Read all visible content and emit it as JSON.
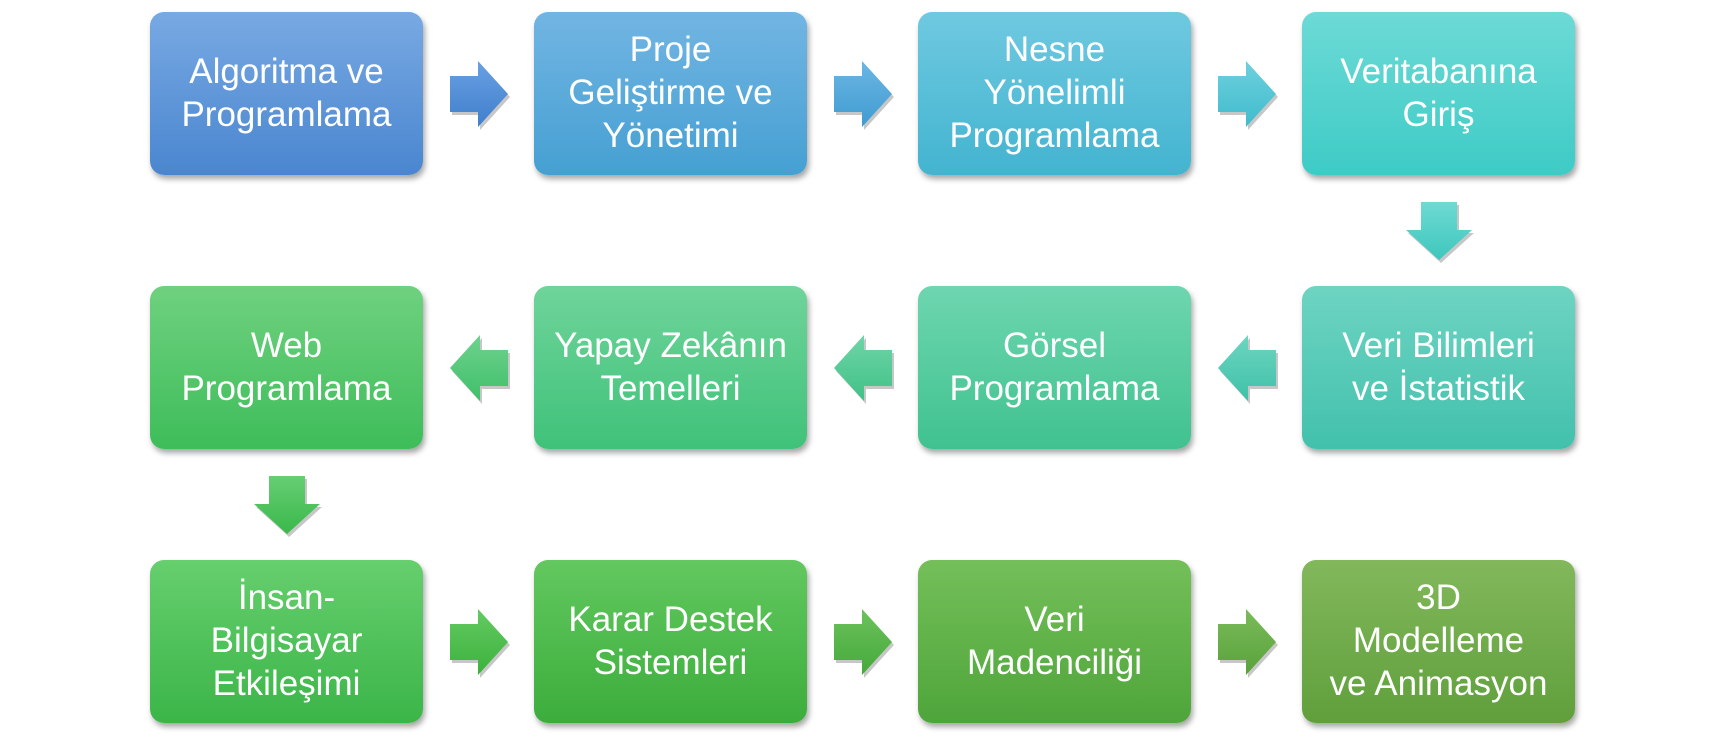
{
  "diagram": {
    "steps": [
      {
        "label": "Algoritma ve\nProgramlama",
        "color_top": "#78a9e3",
        "color_bottom": "#4a86cf"
      },
      {
        "label": "Proje\nGeliştirme ve\nYönetimi",
        "color_top": "#72b5e3",
        "color_bottom": "#45a0d2"
      },
      {
        "label": "Nesne\nYönelimli\nProgramlama",
        "color_top": "#6fc9e0",
        "color_bottom": "#43b4d0"
      },
      {
        "label": "Veritabanına\nGiriş",
        "color_top": "#6ddad6",
        "color_bottom": "#3ecbc6"
      },
      {
        "label": "Veri Bilimleri\nve İstatistik",
        "color_top": "#6ed4c2",
        "color_bottom": "#42c1ad"
      },
      {
        "label": "Görsel\nProgramlama",
        "color_top": "#6ed6b0",
        "color_bottom": "#40c28f"
      },
      {
        "label": "Yapay Zekânın\nTemelleri",
        "color_top": "#6fd49a",
        "color_bottom": "#40c27a"
      },
      {
        "label": "Web\nProgramlama",
        "color_top": "#6fd17f",
        "color_bottom": "#3ebd5a"
      },
      {
        "label": "İnsan-\nBilgisayar\nEtkileşimi",
        "color_top": "#66cf6e",
        "color_bottom": "#3bb548"
      },
      {
        "label": "Karar Destek\nSistemleri",
        "color_top": "#62c85f",
        "color_bottom": "#3cad3c"
      },
      {
        "label": "Veri\nMadenciliği",
        "color_top": "#74bf59",
        "color_bottom": "#4ea53a"
      },
      {
        "label": "3D\nModelleme\nve Animasyon",
        "color_top": "#82b85b",
        "color_bottom": "#609f3c"
      }
    ],
    "connectors": [
      {
        "direction": "right",
        "color_top": "#6aa0e2",
        "color_bottom": "#3f7fcc"
      },
      {
        "direction": "right",
        "color_top": "#6cb6e4",
        "color_bottom": "#3f9cd0"
      },
      {
        "direction": "right",
        "color_top": "#6fd0de",
        "color_bottom": "#3fbccc"
      },
      {
        "direction": "down",
        "color_top": "#6edad3",
        "color_bottom": "#3ec7bd"
      },
      {
        "direction": "left",
        "color_top": "#6ed5c0",
        "color_bottom": "#3fc1a8"
      },
      {
        "direction": "left",
        "color_top": "#6fd5a8",
        "color_bottom": "#40c186"
      },
      {
        "direction": "left",
        "color_top": "#6fd28e",
        "color_bottom": "#3fbf6a"
      },
      {
        "direction": "down",
        "color_top": "#66ce74",
        "color_bottom": "#3ab84a"
      },
      {
        "direction": "right",
        "color_top": "#64ca62",
        "color_bottom": "#3bb23d"
      },
      {
        "direction": "right",
        "color_top": "#6cc25c",
        "color_bottom": "#45a93a"
      },
      {
        "direction": "right",
        "color_top": "#7bbb5a",
        "color_bottom": "#58a23b"
      }
    ]
  }
}
